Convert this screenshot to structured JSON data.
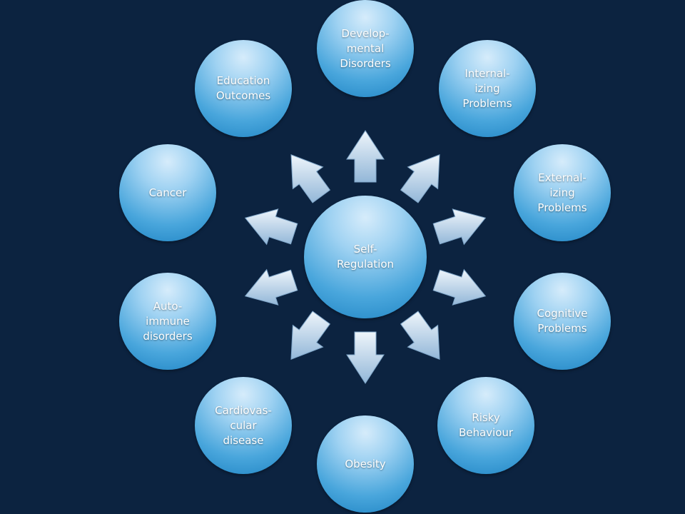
{
  "center": {
    "label": "Self-\nRegulation"
  },
  "outcomes": [
    {
      "key": "developmental",
      "label": "Develop-\nmental\nDisorders"
    },
    {
      "key": "internalizing",
      "label": "Internal-\nizing\nProblems"
    },
    {
      "key": "externalizing",
      "label": "External-\nizing\nProblems"
    },
    {
      "key": "cognitive",
      "label": "Cognitive\nProblems"
    },
    {
      "key": "risky",
      "label": "Risky\nBehaviour"
    },
    {
      "key": "obesity",
      "label": "Obesity"
    },
    {
      "key": "cardiovascular",
      "label": "Cardiovas-\ncular\ndisease"
    },
    {
      "key": "autoimmune",
      "label": "Auto-\nimmune\ndisorders"
    },
    {
      "key": "cancer",
      "label": "Cancer"
    },
    {
      "key": "education",
      "label": "Education\nOutcomes"
    }
  ],
  "colors": {
    "background": "#0c2340",
    "node_dark": "#1d82c2",
    "node_light": "#d6ecfb",
    "arrow_light": "#eef5fb",
    "arrow_dark": "#93b7d8"
  }
}
